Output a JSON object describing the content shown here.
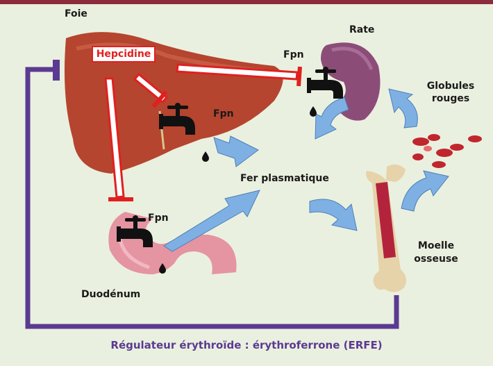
{
  "labels": {
    "foie": "Foie",
    "hepcidine": "Hepcidine",
    "rate": "Rate",
    "fpn": "Fpn",
    "globules_line1": "Globules",
    "globules_line2": "rouges",
    "fer_plasmatique": "Fer plasmatique",
    "moelle_line1": "Moelle",
    "moelle_line2": "osseuse",
    "duodenum": "Duodénum"
  },
  "caption": "Régulateur érythroïde : érythroferrone (ERFE)",
  "colors": {
    "background": "#eaf0df",
    "top_border": "#8b2b3b",
    "hepcidin": "#e02020",
    "regulator": "#5b3a92",
    "arrows": "#7fb0e3",
    "liver": "#b5452f",
    "spleen": "#8c4c78",
    "duodenum": "#e594a2",
    "bone": "#e6d3a9",
    "marrow": "#b3243c",
    "red_cells": "#c0262e"
  },
  "icons": [
    "faucet-icon",
    "iron-drop-icon",
    "inhibition-bar-icon",
    "flow-arrow-icon"
  ]
}
